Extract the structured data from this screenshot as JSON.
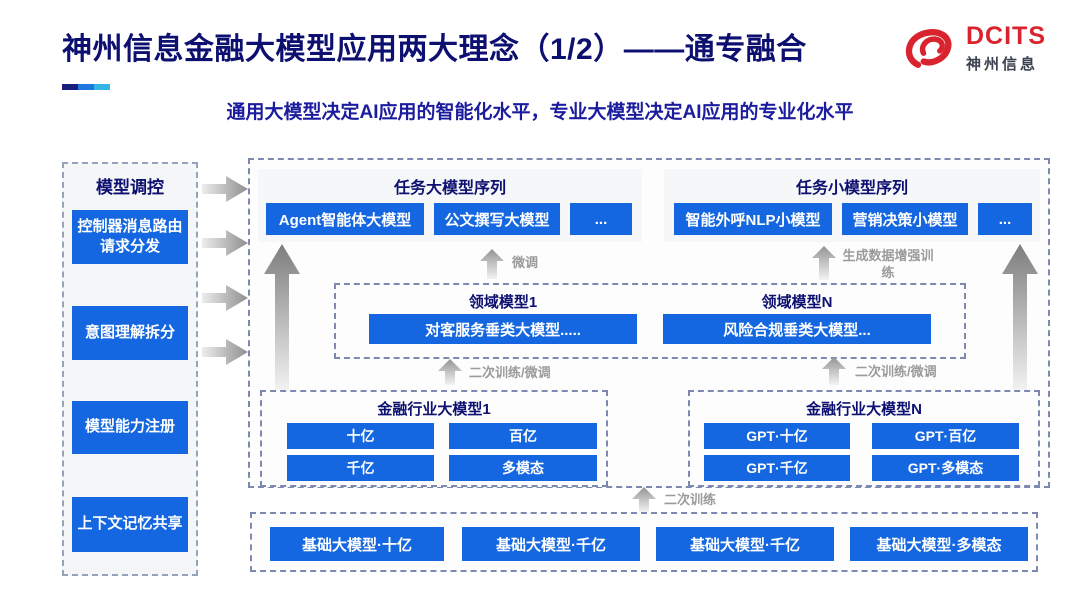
{
  "colors": {
    "accent_blue": "#1467E0",
    "navy_text": "#0D1070",
    "subtitle_blue": "#1C1C9E",
    "logo_red": "#D9232E",
    "flow_label_gray": "#9B9B9B",
    "bar_segments": [
      "#191E7E",
      "#1E78E0",
      "#33B5E5"
    ]
  },
  "header": {
    "title": "神州信息金融大模型应用两大理念（1/2）——通专融合",
    "subtitle": "通用大模型决定AI应用的智能化水平，专业大模型决定AI应用的专业化水平",
    "logo": {
      "brand": "DCITS",
      "brand_cn": "神州信息"
    }
  },
  "sidebar": {
    "title": "模型调控",
    "items": [
      {
        "label": "控制器消息路由请求分发"
      },
      {
        "label": "意图理解拆分"
      },
      {
        "label": "模型能力注册"
      },
      {
        "label": "上下文记忆共享"
      }
    ]
  },
  "task_large": {
    "title": "任务大模型序列",
    "items": [
      "Agent智能体大模型",
      "公文撰写大模型",
      "..."
    ]
  },
  "task_small": {
    "title": "任务小模型序列",
    "items": [
      "智能外呼NLP小模型",
      "营销决策小模型",
      "..."
    ]
  },
  "domain": {
    "group1": {
      "title": "领域模型1",
      "model": "对客服务垂类大模型....."
    },
    "groupN": {
      "title": "领域模型N",
      "model": "风险合规垂类大模型..."
    }
  },
  "industry1": {
    "title": "金融行业大模型1",
    "items": [
      "十亿",
      "百亿",
      "千亿",
      "多模态"
    ]
  },
  "industryN": {
    "title": "金融行业大模型N",
    "items": [
      "GPT·十亿",
      "GPT·百亿",
      "GPT·千亿",
      "GPT·多模态"
    ]
  },
  "base_models": {
    "items": [
      "基础大模型·十亿",
      "基础大模型·千亿",
      "基础大模型·千亿",
      "基础大模型·多模态"
    ]
  },
  "flow_labels": {
    "finetune": "微调",
    "augment": "生成数据增强训练",
    "retrain_left": "二次训练/微调",
    "retrain_right": "二次训练/微调",
    "retrain_bottom": "二次训练"
  }
}
